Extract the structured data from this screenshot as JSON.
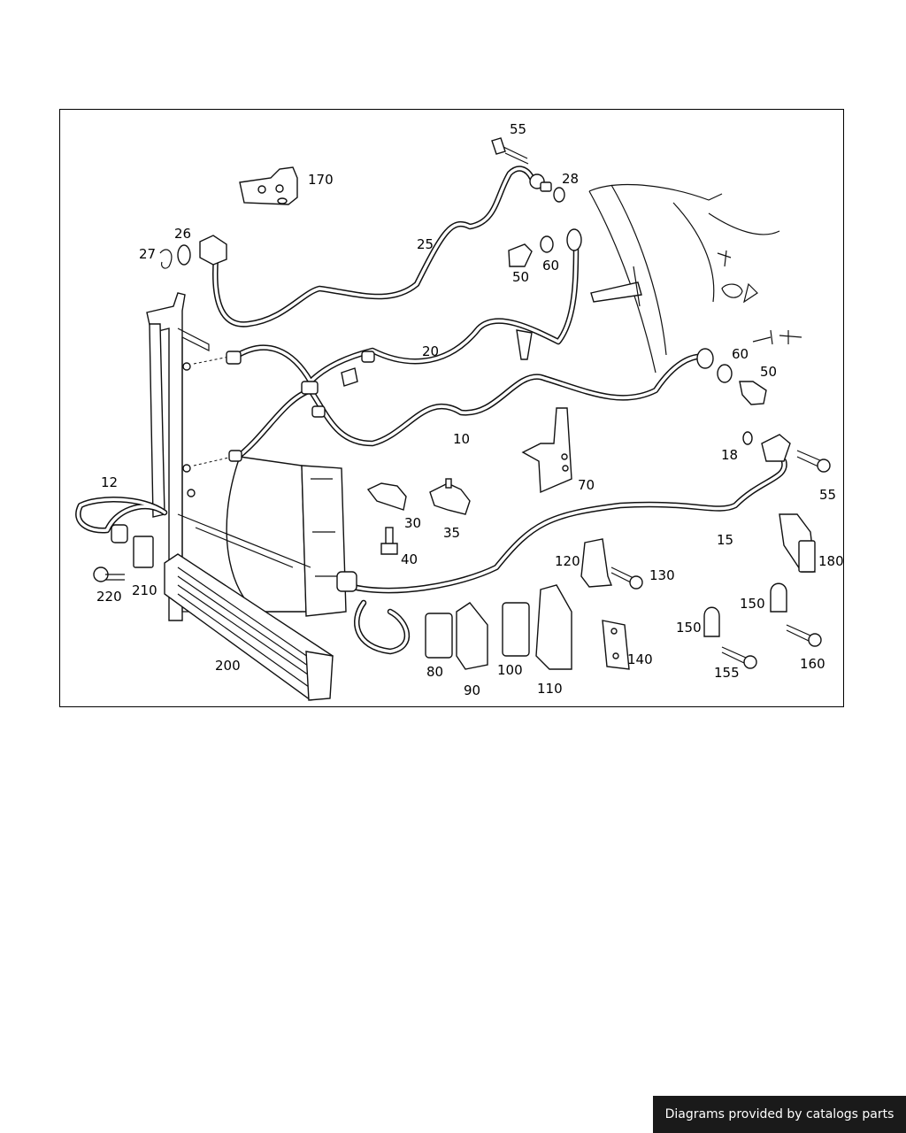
{
  "credit": "Diagrams provided by catalogs parts",
  "labels": {
    "p55a": "55",
    "p28": "28",
    "p170": "170",
    "p26": "26",
    "p27": "27",
    "p25": "25",
    "p50a": "50",
    "p60a": "60",
    "p20": "20",
    "p60b": "60",
    "p50b": "50",
    "p10": "10",
    "p18": "18",
    "p55b": "55",
    "p12": "12",
    "p70": "70",
    "p30": "30",
    "p35": "35",
    "p15": "15",
    "p40": "40",
    "p180": "180",
    "p120": "120",
    "p130": "130",
    "p220": "220",
    "p210": "210",
    "p150a": "150",
    "p150b": "150",
    "p140": "140",
    "p160": "160",
    "p155": "155",
    "p200": "200",
    "p80": "80",
    "p90": "90",
    "p100": "100",
    "p110": "110"
  }
}
